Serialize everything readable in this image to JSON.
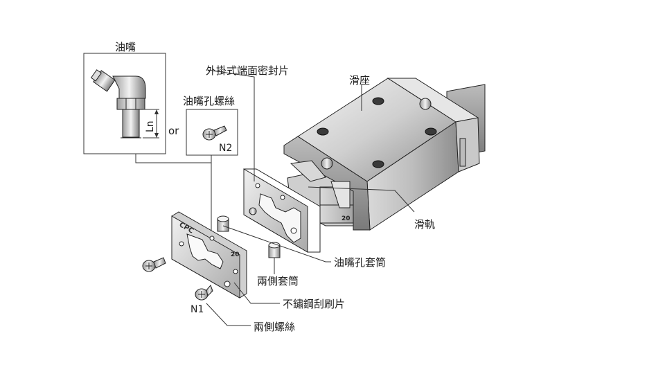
{
  "labels": {
    "grease_nipple": "油嘴",
    "grease_hole_screw": "油嘴孔螺絲",
    "or_text": "or",
    "ln_text": "Ln",
    "n2_text": "N2",
    "n1_text": "N1",
    "end_seal": "外掛式端面密封片",
    "block": "滑座",
    "rail": "滑軌",
    "grease_hole_sleeve": "油嘴孔套筒",
    "side_sleeve": "兩側套筒",
    "steel_scraper": "不鏽鋼刮刷片",
    "side_screw": "兩側螺絲",
    "size_mark_block": "20",
    "size_mark_scraper": "20",
    "brand_mark": "CPC"
  }
}
